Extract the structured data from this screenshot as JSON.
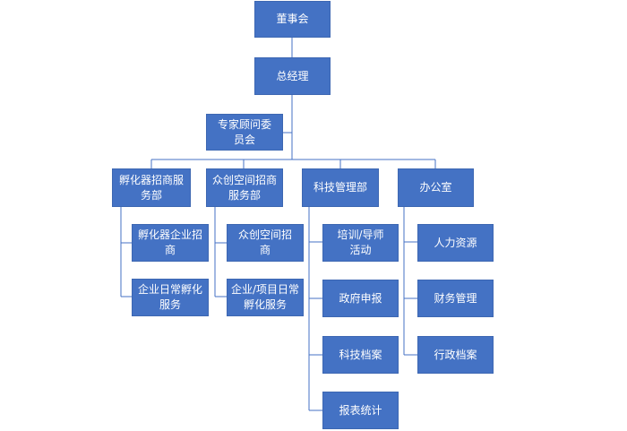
{
  "nodes": {
    "board": "董事会",
    "gm": "总经理",
    "advisory": "专家顾问委员会",
    "incubator_dept": "孵化器招商服务部",
    "space_dept": "众创空间招商服务部",
    "tech_dept": "科技管理部",
    "office": "办公室",
    "inc_recruit": "孵化器企业招商",
    "inc_service": "企业日常孵化服务",
    "space_recruit": "众创空间招商",
    "space_service": "企业/项目日常孵化服务",
    "training": "培训/导师活动",
    "gov_declare": "政府申报",
    "tech_archive": "科技档案",
    "report_stats": "报表统计",
    "hr": "人力资源",
    "finance": "财务管理",
    "admin_archive": "行政档案"
  },
  "colors": {
    "box_fill": "#4472c4",
    "box_text": "#ffffff",
    "connector": "#4472c4"
  }
}
